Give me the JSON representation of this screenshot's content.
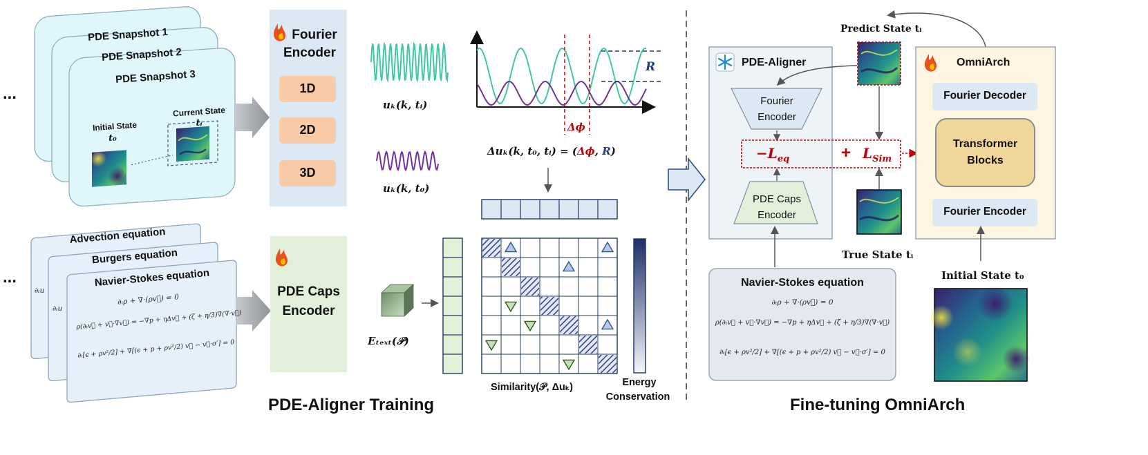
{
  "colors": {
    "snapshot_card": "#dff6fb",
    "equation_card": "#e6f0fa",
    "encoder_panel": "#dce8f3",
    "caps_panel": "#e2f0d9",
    "dim_button": "#f8cba6",
    "teal_wave": "#3cc9a3",
    "purple_wave": "#7030a0",
    "alignment_red": "#c00000",
    "navy": "#1f3864",
    "omniarch_panel": "#fdf5e1",
    "transformer_block": "#f2d79a",
    "aligner_panel": "#eef3f8"
  },
  "side_ellipsis": "...",
  "snapshots": {
    "cards": [
      "PDE Snapshot 1",
      "PDE Snapshot 2",
      "PDE Snapshot 3"
    ],
    "initial_state": "Initial State",
    "initial_sub": "t₀",
    "current_state": "Current State",
    "current_sub": "tᵢ"
  },
  "equations": {
    "cards": [
      "Advection equation",
      "Burgers equation",
      "Navier-Stokes equation"
    ],
    "lines": [
      "∂ₜρ + ∇·(ρv⃗) = 0",
      "ρ(∂ₜv⃗ + v⃗·∇v⃗) = −∇p + ηΔv⃗ + (ζ + η/3)∇(∇·v⃗)",
      "∂ₜ[ϵ + ρv²/2] + ∇[(ϵ + p + ρv²/2) v⃗ − v⃗·σ′] = 0"
    ],
    "peek_text": "∂ₜu"
  },
  "fourier_encoder": {
    "title_line1": "Fourier",
    "title_line2": "Encoder",
    "dims": [
      "1D",
      "2D",
      "3D"
    ]
  },
  "caps_encoder": {
    "title_line1": "PDE Caps",
    "title_line2": "Encoder"
  },
  "waves": {
    "label_ti": "uₖ(k, tᵢ)",
    "label_t0": "uₖ(k, t₀)"
  },
  "phase_plot": {
    "delta_phi": "Δϕ",
    "amplitude": "R"
  },
  "delta_formula": {
    "lhs": "Δuₖ(k, t₀, tᵢ) = (",
    "phi": "Δϕ",
    "comma": ", ",
    "r": "R",
    "close": ")"
  },
  "text_embedding": "Eₜₑₓₜ(𝒫)",
  "similarity": {
    "label": "Similarity(𝒫, Δuₖ)",
    "grid": 7,
    "diagonal_cells": [
      [
        0,
        0
      ],
      [
        1,
        1
      ],
      [
        2,
        2
      ],
      [
        3,
        3
      ],
      [
        4,
        4
      ],
      [
        5,
        5
      ],
      [
        6,
        6
      ]
    ],
    "up_triangles": [
      [
        0,
        1
      ],
      [
        0,
        6
      ],
      [
        1,
        4
      ],
      [
        4,
        6
      ]
    ],
    "down_triangles": [
      [
        3,
        1
      ],
      [
        4,
        2
      ],
      [
        5,
        0
      ],
      [
        6,
        4
      ]
    ]
  },
  "energy": {
    "line1": "Energy",
    "line2": "Conservation"
  },
  "section_titles": {
    "left": "PDE-Aligner Training",
    "right": "Fine-tuning OmniArch"
  },
  "aligner": {
    "title": "PDE-Aligner",
    "fourier_line1": "Fourier",
    "fourier_line2": "Encoder",
    "caps_line1": "PDE Caps",
    "caps_line2": "Encoder"
  },
  "loss": {
    "eq_main": "−L",
    "eq_sub": "eq",
    "plus": "+",
    "sim_main": "L",
    "sim_sub": "Sim"
  },
  "states": {
    "predict": "Predict State tᵢ",
    "true": "True State tᵢ",
    "initial": "Initial State t₀"
  },
  "omniarch": {
    "title": "OmniArch",
    "decoder": "Fourier Decoder",
    "transformer_line1": "Transformer",
    "transformer_line2": "Blocks",
    "encoder": "Fourier Encoder"
  },
  "ns_panel": {
    "title": "Navier-Stokes equation"
  }
}
